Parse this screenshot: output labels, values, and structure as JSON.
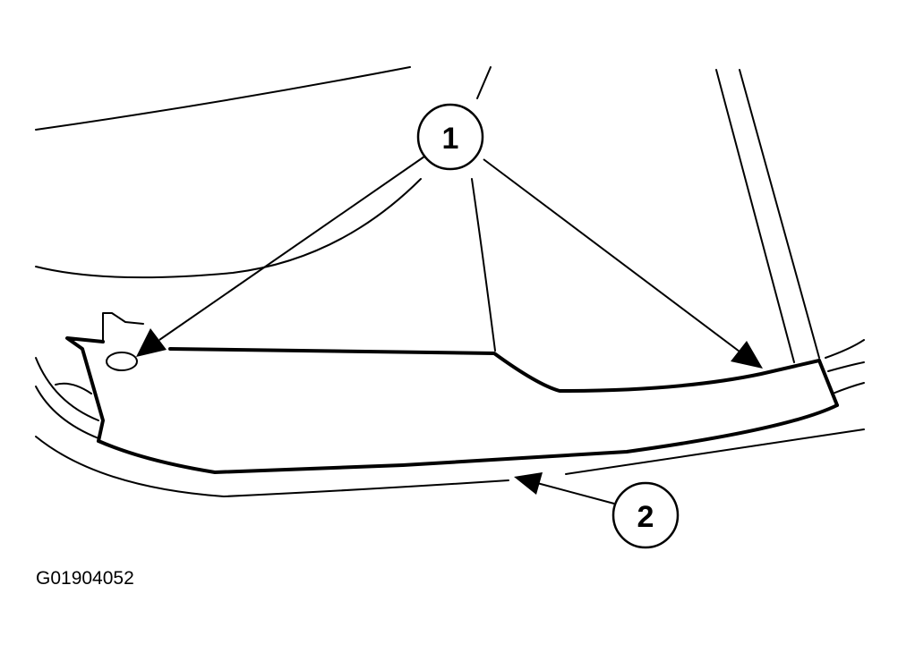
{
  "callouts": [
    {
      "label": "1"
    },
    {
      "label": "2"
    }
  ],
  "figure_id": "G01904052"
}
